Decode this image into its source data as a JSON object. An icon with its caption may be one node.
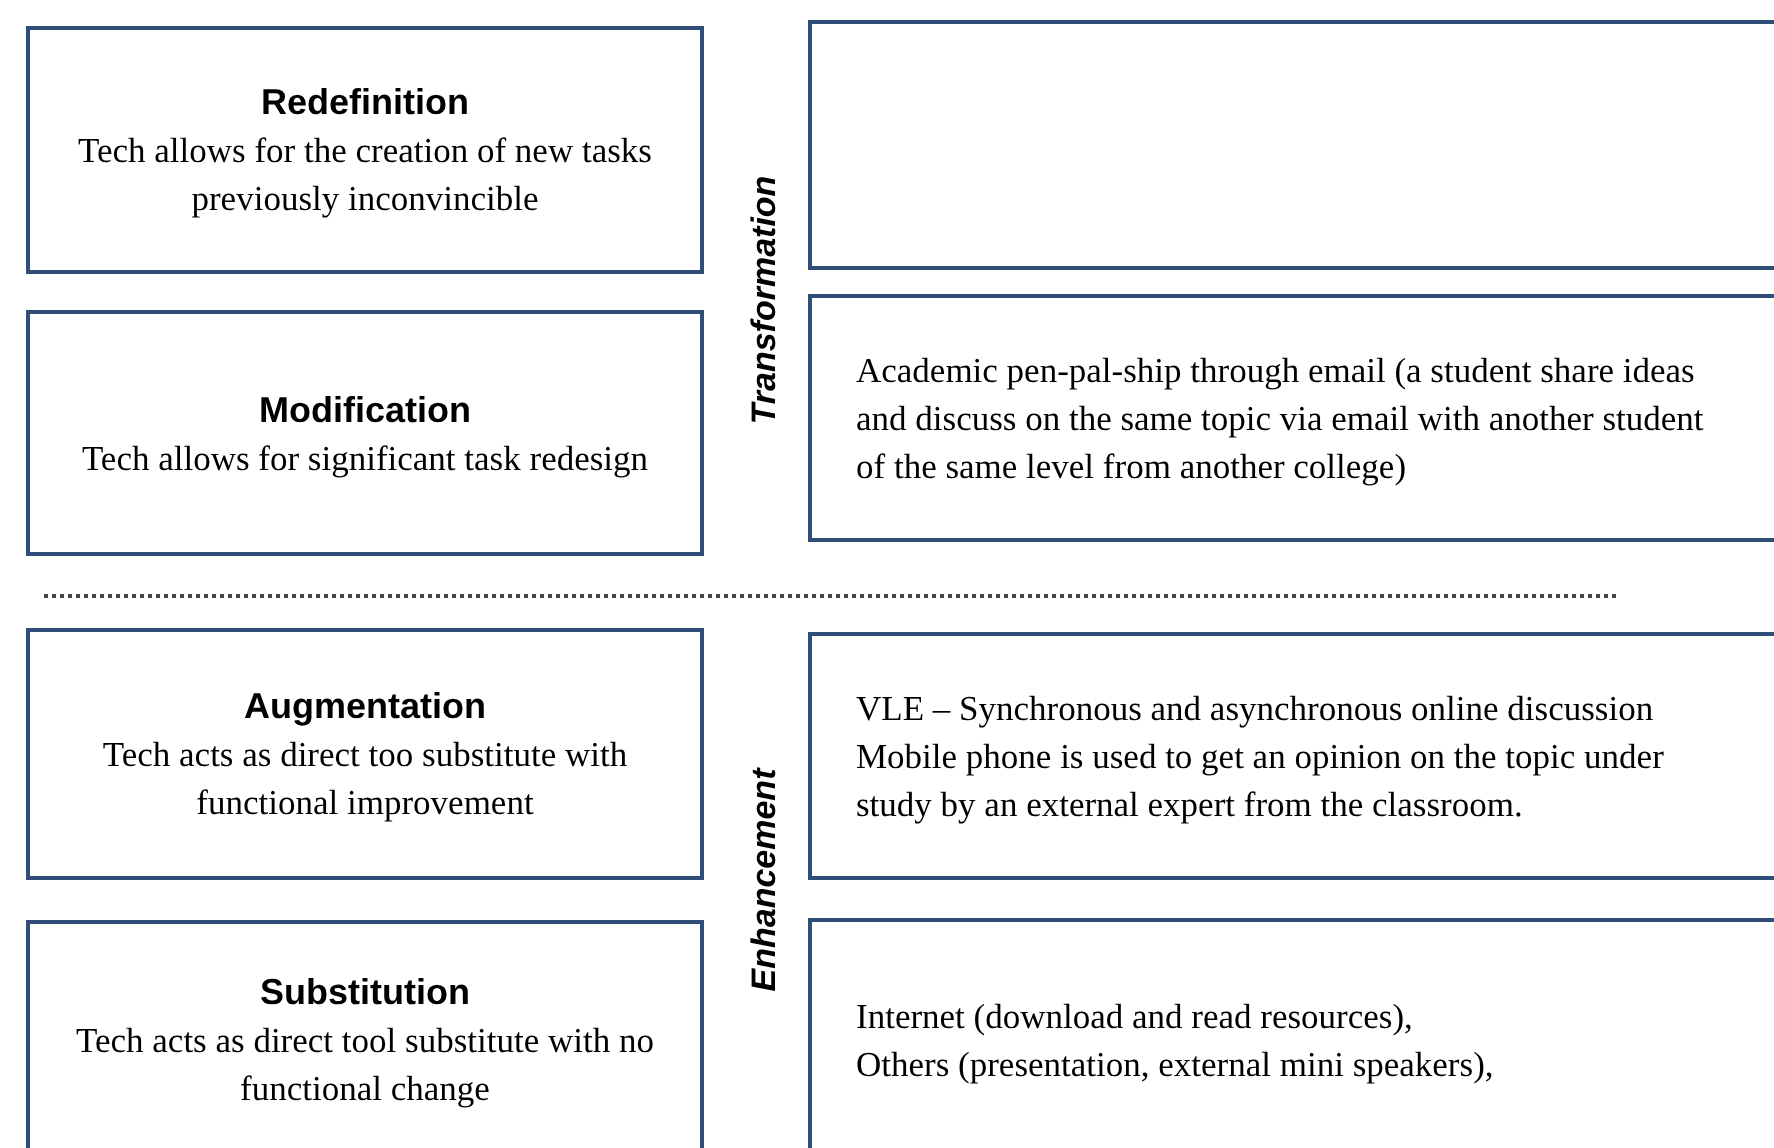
{
  "diagram": {
    "nodes": [
      {
        "text": [
          "Redefinition",
          "Tech allows for the creation of new tasks previously inconvincible"
        ]
      },
      {
        "text": [],
        "shape": "box"
      },
      {
        "text": [
          "Modification",
          "Tech allows for significant task redesign"
        ]
      },
      {
        "text": [
          "Academic pen-pal-ship through email (a student share ideas and discuss on the same topic via email with another student of the same level from another college)"
        ]
      },
      {
        "text": [
          "Augmentation",
          "Tech acts as direct too substitute with functional improvement"
        ]
      },
      {
        "text": [
          "VLE – Synchronous and asynchronous online discussion",
          "Mobile phone is used to get an opinion on the topic under study by an external expert from the classroom."
        ]
      },
      {
        "text": [
          "Substitution",
          "Tech acts as direct tool substitute with no functional change"
        ]
      },
      {
        "text": [
          "Internet (download and read resources),",
          "Others (presentation, external mini speakers),"
        ]
      }
    ],
    "labels": [
      "Transformation",
      "Enhancement"
    ]
  }
}
